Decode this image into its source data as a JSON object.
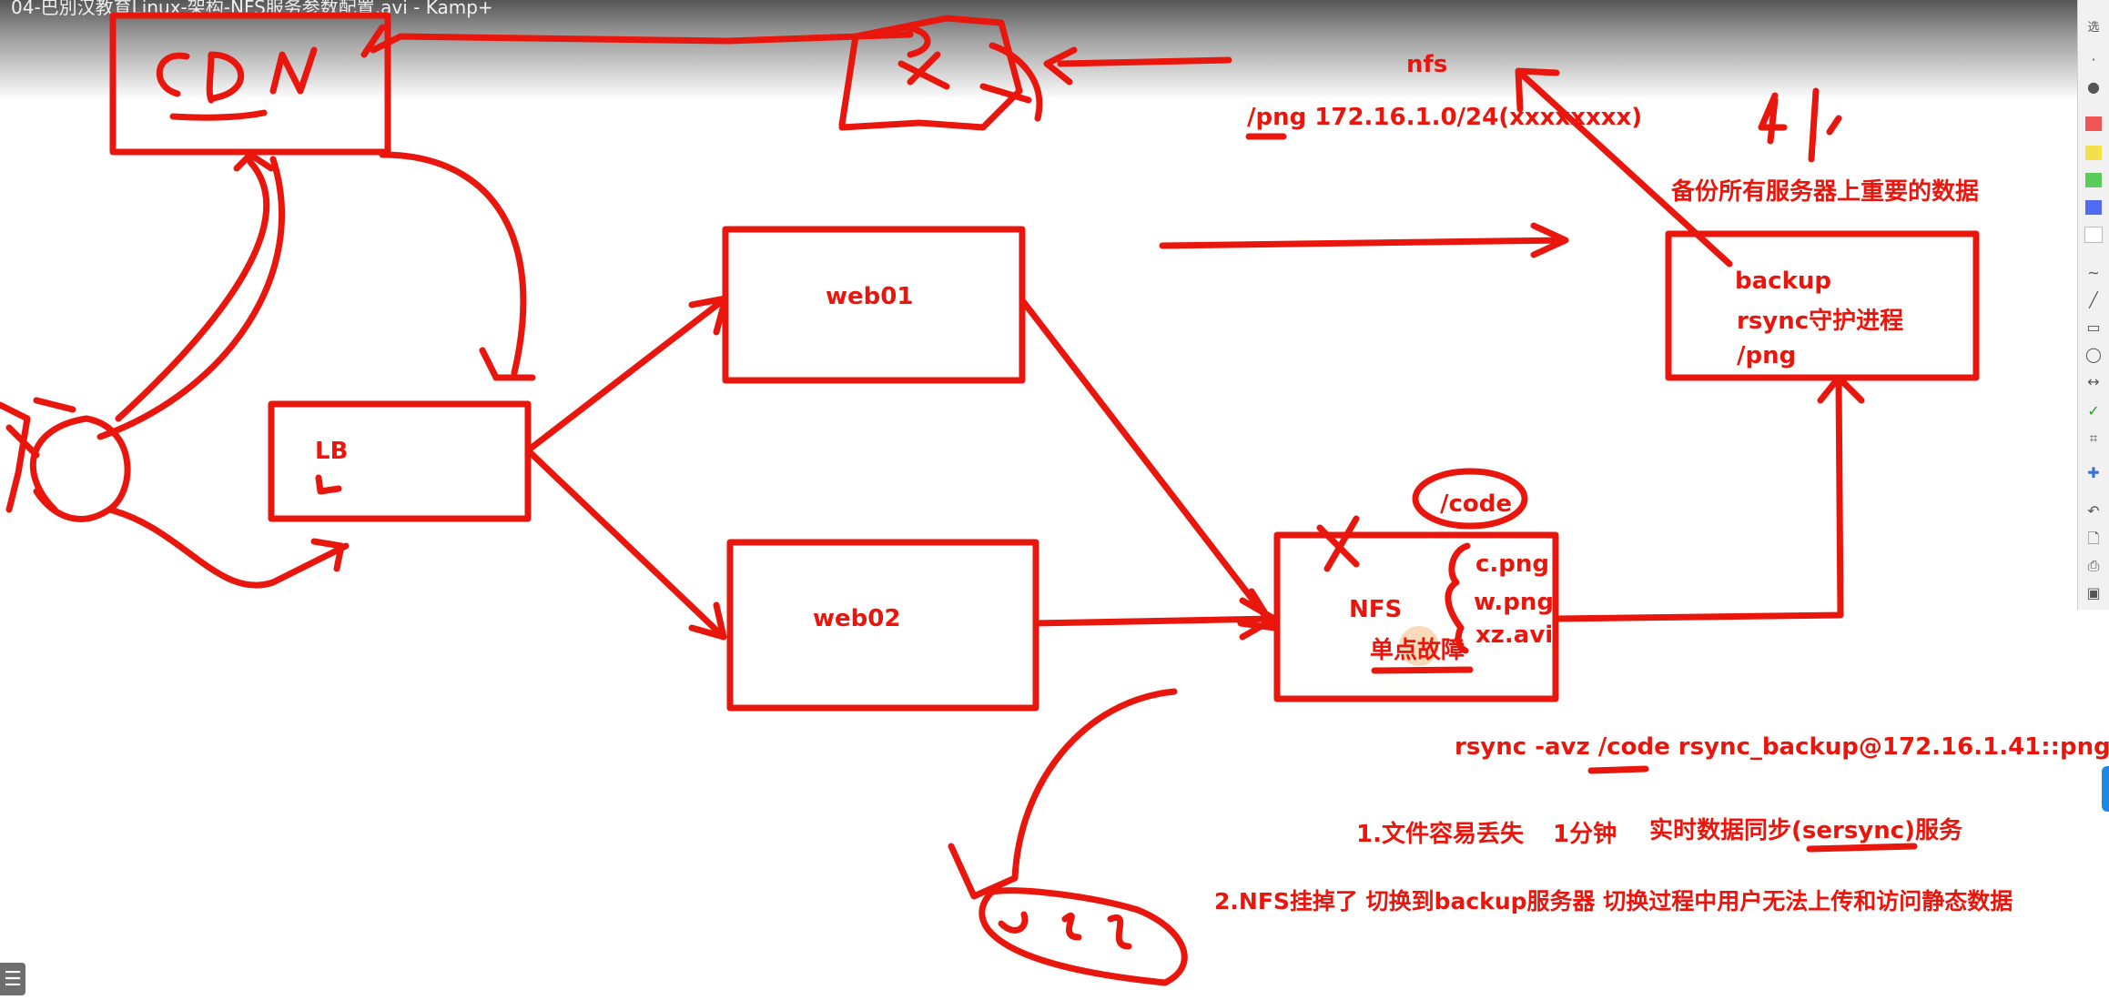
{
  "window_title": "04-巴別汉教育Linux-架构-NFS服务参数配置.avi - Kamp+",
  "labels": {
    "nfs_title": "nfs",
    "export_line": "/png 172.16.1.0/24(xxxxxxxx)",
    "handwritten_41": "41",
    "backup_note": "备份所有服务器上重要的数据",
    "backup": "backup",
    "rsync_daemon": "rsync守护进程",
    "png_dir": "/png",
    "web01": "web01",
    "web02": "web02",
    "lb": "LB",
    "code_dir": "/code",
    "file_c": "c.png",
    "file_w": "w.png",
    "file_xz": "xz.avi",
    "nfs": "NFS",
    "single_point": "单点故障",
    "rsync_cmd": "rsync -avz /code  rsync_backup@172.16.1.41::png",
    "issue1_a": "1.文件容易丢失",
    "issue1_b": "1分钟",
    "issue1_c": "实时数据同步(sersync)服务",
    "issue2": "2.NFS挂掉了 切换到backup服务器 切换过程中用户无法上传和访问静态数据"
  },
  "hand_drawn": {
    "cdn": "CDN",
    "oss": "OSS"
  },
  "colors": {
    "ink": "#e8160c",
    "label": "#e8160c"
  },
  "toolbar": {
    "tools": [
      "select-tool",
      "dot-tool",
      "circle-tool",
      "red-swatch",
      "yellow-swatch",
      "green-swatch",
      "blue-swatch",
      "white-swatch",
      "freehand-tool",
      "line-tool",
      "rect-tool",
      "ellipse-tool",
      "arrow-tool",
      "check-tool",
      "crop-tool",
      "plus-tool",
      "undo-tool",
      "new-page-tool",
      "print-tool",
      "screen-tool"
    ]
  }
}
